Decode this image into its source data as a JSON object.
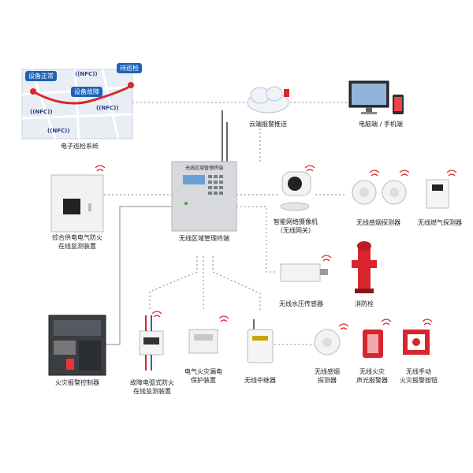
{
  "map": {
    "tag_normal": "设备正常",
    "tag_fault": "设备故障",
    "tag_pending": "待巡检",
    "nfc_labels": [
      "((NFC))",
      "((NFC))",
      "((NFC))",
      "((NFC))"
    ],
    "caption": "电子巡检系统"
  },
  "nodes": {
    "cloud": "云端报警推送",
    "pc_phone": "电脑端 / 手机端",
    "gateway_panel_title": "无线区域管理终端",
    "gateway": "无线区域管理终端",
    "elec_monitor": [
      "综合供电电气防火",
      "在线监测装置"
    ],
    "camera": [
      "智能网络摄像机",
      "（无线网关）"
    ],
    "smoke_detectors": "无线感烟探测器",
    "gas_detector": "无线燃气探测器",
    "water_pressure": "无线水压传感器",
    "hydrant": "消防栓",
    "fire_controller": "火灾报警控制器",
    "residual_current": [
      "故障电弧式防火",
      "在线监测装置"
    ],
    "leakage_protect": [
      "电气火灾漏电",
      "保护装置"
    ],
    "relay": "无线中继器",
    "smoke_detector2": [
      "无线感烟",
      "探测器"
    ],
    "sound_light": [
      "无线火灾",
      "声光报警器"
    ],
    "manual_alarm": [
      "无线手动",
      "火灾报警按钮"
    ]
  },
  "colors": {
    "line": "#7a7a7a",
    "accent_red": "#d9262c",
    "tag_blue": "#1e63b8",
    "panel_grey": "#d7d9dc"
  }
}
